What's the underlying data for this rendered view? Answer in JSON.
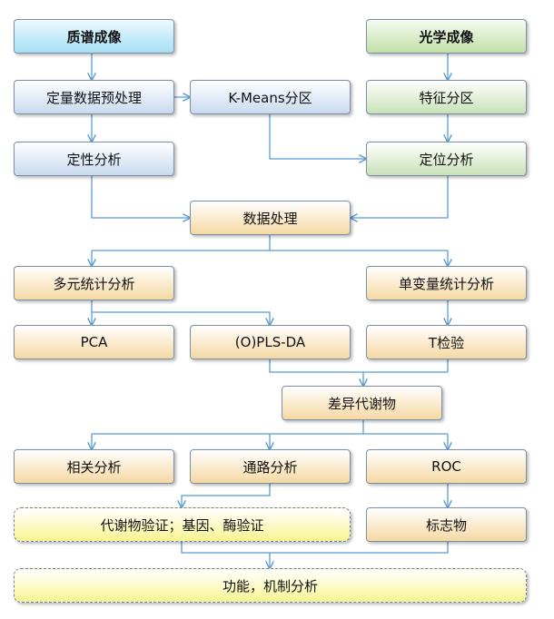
{
  "nodes": {
    "ms_imaging": "质谱成像",
    "optical_imaging": "光学成像",
    "quant_preprocess": "定量数据预处理",
    "kmeans": "K-Means分区",
    "feature_zoning": "特征分区",
    "qualitative": "定性分析",
    "localization": "定位分析",
    "data_processing": "数据处理",
    "multivariate": "多元统计分析",
    "univariate": "单变量统计分析",
    "pca": "PCA",
    "plsda": "(O)PLS-DA",
    "ttest": "T检验",
    "diff_metabolites": "差异代谢物",
    "correlation": "相关分析",
    "pathway": "通路分析",
    "roc": "ROC",
    "validation": "代谢物验证；基因、酶验证",
    "biomarker": "标志物",
    "function": "功能，机制分析"
  },
  "colors": {
    "connector": "#5b9bd5",
    "box_border": "#7b8fa6"
  }
}
